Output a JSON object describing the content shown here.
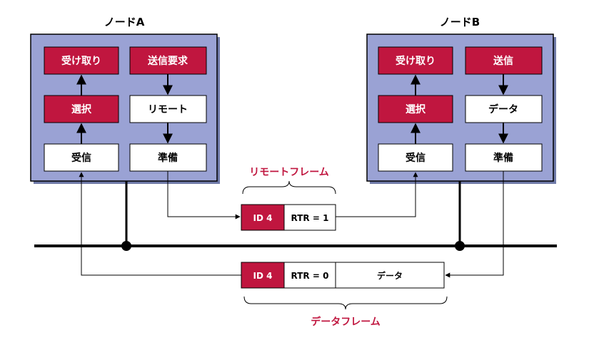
{
  "node_a": {
    "title": "ノードA",
    "boxes": {
      "receive_take": "受け取り",
      "send_request": "送信要求",
      "select": "選択",
      "remote": "リモート",
      "receive": "受信",
      "prepare": "準備"
    }
  },
  "node_b": {
    "title": "ノードB",
    "boxes": {
      "receive_take": "受け取り",
      "send": "送信",
      "select": "選択",
      "data": "データ",
      "receive": "受信",
      "prepare": "準備"
    }
  },
  "remote_frame": {
    "caption": "リモートフレーム",
    "id": "ID 4",
    "rtr": "RTR = 1"
  },
  "data_frame": {
    "caption": "データフレーム",
    "id": "ID 4",
    "rtr": "RTR = 0",
    "data": "データ"
  },
  "colors": {
    "node_bg": "#9aa2d4",
    "accent": "#c0163f",
    "box_white": "#ffffff",
    "line": "#000000"
  }
}
